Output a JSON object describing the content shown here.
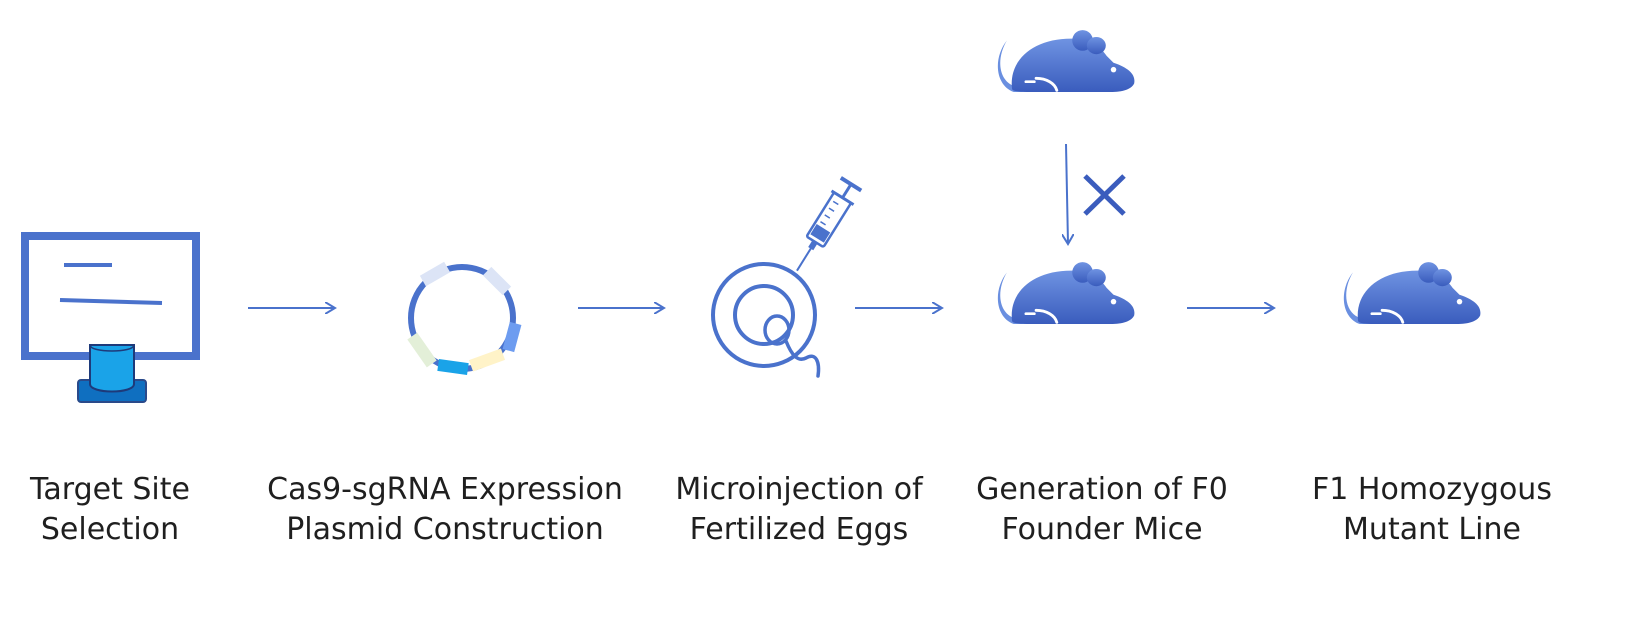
{
  "steps": [
    {
      "line1": "Target Site",
      "line2": "Selection",
      "icon": "monitor-icon"
    },
    {
      "line1": "Cas9-sgRNA Expression",
      "line2": "Plasmid Construction",
      "icon": "plasmid-icon"
    },
    {
      "line1": "Microinjection of",
      "line2": "Fertilized Eggs",
      "icon": "microinjection-egg-icon"
    },
    {
      "line1": "Generation of F0",
      "line2": "Founder Mice",
      "icon": "mouse-icon"
    },
    {
      "line1": "F1 Homozygous",
      "line2": "Mutant Line",
      "icon": "mouse-icon"
    }
  ],
  "colors": {
    "primary": "#4a72cc",
    "mouse_light": "#6b8ede",
    "mouse_dark": "#3b5fbf",
    "cylinder": "#1aa3e8",
    "base": "#0f6fc0",
    "text": "#1f1f1f"
  }
}
